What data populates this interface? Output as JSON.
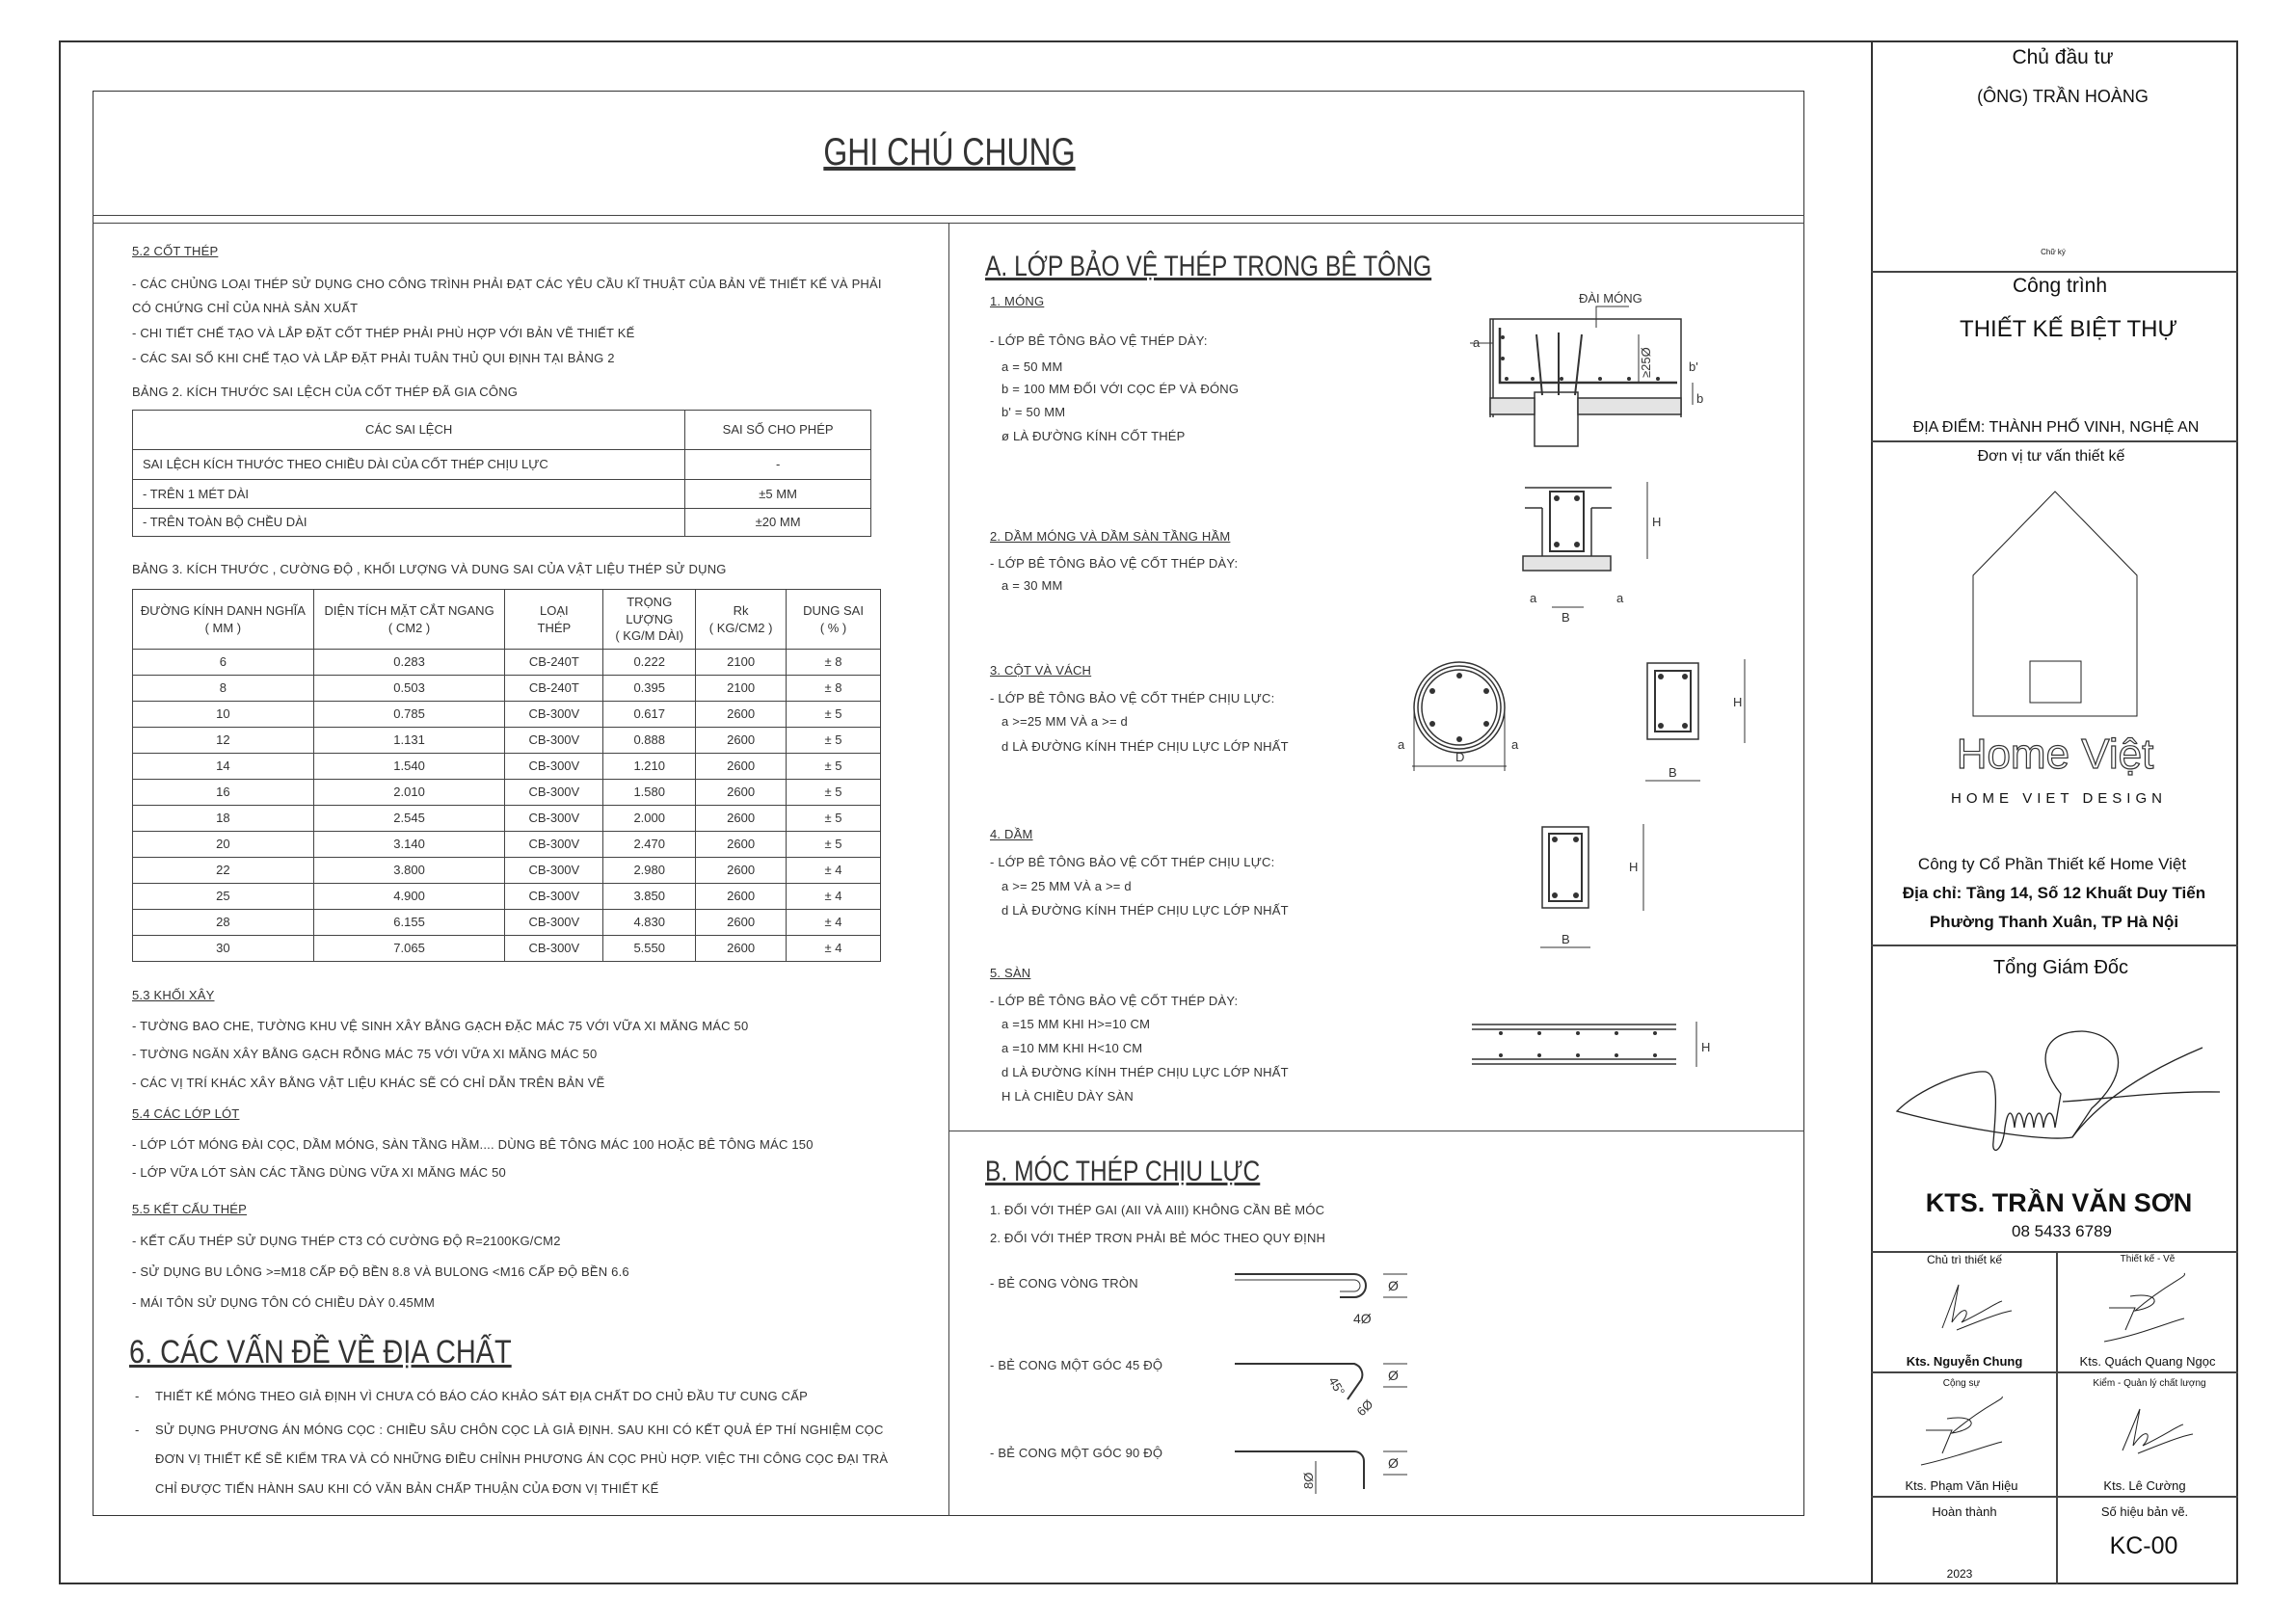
{
  "header": {
    "title": "GHI CHÚ CHUNG"
  },
  "s52": {
    "heading": "5.2 CỐT THÉP",
    "lines": [
      "- CÁC CHỦNG LOẠI THÉP SỬ DỤNG CHO CÔNG TRÌNH PHẢI ĐẠT CÁC YÊU CẦU KĨ THUẬT CỦA BẢN VẼ THIẾT KẾ VÀ PHẢI",
      "CÓ CHỨNG CHỈ CỦA NHÀ SẢN XUẤT",
      "- CHI TIẾT CHẾ TẠO VÀ LẮP ĐẶT CỐT THÉP PHẢI PHÙ HỢP VỚI BẢN VẼ THIẾT KẾ",
      "- CÁC SAI SỐ KHI CHẾ TẠO VÀ LẮP ĐẶT PHẢI TUÂN THỦ QUI ĐỊNH TẠI BẢNG 2"
    ]
  },
  "table2": {
    "caption": "BẢNG 2. KÍCH THƯỚC SAI LỆCH CỦA CỐT THÉP ĐÃ GIA CÔNG",
    "headers": [
      "CÁC SAI LỆCH",
      "SAI SỐ CHO PHÉP"
    ],
    "rows": [
      [
        "SAI LỆCH KÍCH THƯỚC THEO CHIỀU DÀI CỦA CỐT THÉP CHỊU LỰC",
        "-"
      ],
      [
        "- TRÊN 1 MÉT DÀI",
        "±5 MM"
      ],
      [
        "- TRÊN TOÀN BỘ CHỀU DÀI",
        "±20 MM"
      ]
    ]
  },
  "table3": {
    "caption": "BẢNG 3. KÍCH THƯỚC , CƯỜNG ĐỘ , KHỐI LƯỢNG VÀ DUNG SAI CỦA VẬT LIỆU THÉP SỬ DỤNG",
    "headers": [
      [
        "ĐƯỜNG KÍNH DANH NGHĨA",
        "( MM )"
      ],
      [
        "DIỆN TÍCH MẶT CẮT NGANG",
        "( CM2 )"
      ],
      [
        "LOẠI",
        "THÉP"
      ],
      [
        "TRỌNG LƯỢNG",
        "( KG/M DÀI)"
      ],
      [
        "Rk",
        "( KG/CM2 )"
      ],
      [
        "DUNG SAI",
        "( % )"
      ]
    ],
    "rows": [
      [
        "6",
        "0.283",
        "CB-240T",
        "0.222",
        "2100",
        "± 8"
      ],
      [
        "8",
        "0.503",
        "CB-240T",
        "0.395",
        "2100",
        "± 8"
      ],
      [
        "10",
        "0.785",
        "CB-300V",
        "0.617",
        "2600",
        "± 5"
      ],
      [
        "12",
        "1.131",
        "CB-300V",
        "0.888",
        "2600",
        "± 5"
      ],
      [
        "14",
        "1.540",
        "CB-300V",
        "1.210",
        "2600",
        "± 5"
      ],
      [
        "16",
        "2.010",
        "CB-300V",
        "1.580",
        "2600",
        "± 5"
      ],
      [
        "18",
        "2.545",
        "CB-300V",
        "2.000",
        "2600",
        "± 5"
      ],
      [
        "20",
        "3.140",
        "CB-300V",
        "2.470",
        "2600",
        "± 5"
      ],
      [
        "22",
        "3.800",
        "CB-300V",
        "2.980",
        "2600",
        "± 4"
      ],
      [
        "25",
        "4.900",
        "CB-300V",
        "3.850",
        "2600",
        "± 4"
      ],
      [
        "28",
        "6.155",
        "CB-300V",
        "4.830",
        "2600",
        "± 4"
      ],
      [
        "30",
        "7.065",
        "CB-300V",
        "5.550",
        "2600",
        "± 4"
      ]
    ]
  },
  "s53": {
    "heading": "5.3 KHỐI XÂY",
    "lines": [
      "- TƯỜNG BAO CHE, TƯỜNG KHU VỆ SINH XÂY BẰNG GẠCH ĐẶC MÁC 75 VỚI VỮA XI MĂNG MÁC 50",
      "- TƯỜNG NGĂN XÂY BẰNG GẠCH RỖNG MÁC 75 VỚI VỮA XI MĂNG MÁC 50",
      "- CÁC VỊ TRÍ KHÁC XÂY BẰNG VẬT LIỆU KHÁC SẼ CÓ CHỈ DẪN TRÊN BẢN VẼ"
    ]
  },
  "s54": {
    "heading": "5.4 CÁC LỚP LÓT",
    "lines": [
      "- LỚP LÓT MÓNG ĐÀI CỌC, DẦM MÓNG, SÀN TẦNG HẦM.... DÙNG BÊ TÔNG MÁC 100 HOẶC BÊ TÔNG MÁC 150",
      "- LỚP VỮA LÓT SÀN CÁC TẦNG DÙNG VỮA XI MĂNG MÁC 50"
    ]
  },
  "s55": {
    "heading": "5.5 KẾT CẤU THÉP",
    "lines": [
      "- KẾT CẤU THÉP SỬ DỤNG THÉP CT3 CÓ CƯỜNG ĐỘ R=2100KG/CM2",
      "- SỬ DỤNG BU LÔNG >=M18 CẤP ĐỘ BỀN 8.8 VÀ BULONG <M16 CẤP ĐỘ BỀN 6.6",
      "- MÁI TÔN SỬ DỤNG TÔN CÓ CHIỀU DÀY 0.45MM"
    ]
  },
  "s6": {
    "heading": "6. CÁC VẤN ĐỀ VỀ ĐỊA CHẤT",
    "bullet": "-",
    "lines": [
      "THIẾT KẾ MÓNG THEO GIẢ ĐỊNH VÌ CHƯA CÓ BÁO CÁO KHẢO SÁT ĐỊA CHẤT DO CHỦ ĐẦU TƯ CUNG CẤP",
      "SỬ DỤNG PHƯƠNG ÁN MÓNG CỌC : CHIỀU SÂU CHÔN CỌC LÀ GIẢ ĐỊNH. SAU KHI CÓ KẾT QUẢ ÉP THÍ NGHIỆM CỌC",
      "ĐƠN VỊ THIẾT KẾ SẼ KIỂM TRA VÀ CÓ NHỮNG ĐIỀU CHỈNH PHƯƠNG ÁN CỌC PHÙ HỢP. VIỆC THI CÔNG CỌC ĐẠI TRÀ",
      "CHỈ ĐƯỢC TIẾN HÀNH SAU KHI CÓ VĂN BẢN CHẤP THUẬN CỦA ĐƠN VỊ THIẾT KẾ"
    ]
  },
  "secA": {
    "heading": "A. LỚP BẢO VỆ THÉP TRONG BÊ TÔNG",
    "items": [
      {
        "title": "1. MÓNG",
        "lines": [
          "- LỚP BÊ TÔNG BẢO VỆ THÉP DÀY:",
          "a = 50 MM",
          "b = 100 MM ĐỐI VỚI CỌC ÉP VÀ ĐÓNG",
          "b' = 50 MM",
          "ø LÀ ĐƯỜNG KÍNH CỐT THÉP"
        ]
      },
      {
        "title": "2. DẦM MÓNG VÀ DẦM SÀN TẦNG HẦM",
        "lines": [
          "- LỚP BÊ TÔNG BẢO VỆ CỐT THÉP DÀY:",
          "a = 30 MM"
        ]
      },
      {
        "title": "3. CỘT VÀ VÁCH",
        "lines": [
          "- LỚP BÊ TÔNG BẢO VỆ CỐT THÉP CHỊU LỰC:",
          "a >=25 MM VÀ a >= d",
          "d LÀ ĐƯỜNG KÍNH THÉP CHỊU LỰC LỚP NHẤT"
        ]
      },
      {
        "title": "4. DẦM",
        "lines": [
          "- LỚP BÊ TÔNG BẢO VỆ CỐT THÉP CHỊU LỰC:",
          "a >= 25 MM VÀ a >= d",
          "d LÀ ĐƯỜNG KÍNH THÉP CHỊU LỰC LỚP NHẤT"
        ]
      },
      {
        "title": "5. SÀN",
        "lines": [
          "- LỚP BÊ TÔNG BẢO VỆ CỐT THÉP DÀY:",
          "a =15 MM KHI H>=10 CM",
          "a =10 MM KHI H<10 CM",
          "d LÀ ĐƯỜNG KÍNH THÉP CHỊU LỰC LỚP NHẤT",
          "H LÀ CHIỀU DÀY SÀN"
        ]
      }
    ]
  },
  "secB": {
    "heading": "B. MÓC THÉP CHỊU LỰC",
    "lines": [
      "1. ĐỐI VỚI THÉP GAI (AII VÀ AIII) KHÔNG CẦN BẺ MÓC",
      "2. ĐỐI VỚI THÉP TRƠN PHẢI BẺ MÓC THEO QUY ĐỊNH"
    ],
    "bends": [
      "- BẺ CONG VÒNG TRÒN",
      "- BẺ CONG MỘT GÓC 45 ĐỘ",
      "- BẺ CONG MỘT GÓC 90 ĐỘ"
    ]
  },
  "diagram_labels": {
    "dai_mong": "ĐÀI MÓNG",
    "a": "a",
    "b": "b",
    "b_prime": "b'",
    "min_25": "≥25Ø",
    "B": "B",
    "H": "H",
    "D": "D",
    "phi": "Ø",
    "four_phi": "4Ø",
    "angle45": "45°",
    "six_phi": "6Ø",
    "eight_phi": "8Ø"
  },
  "title_block": {
    "owner_label": "Chủ đầu tư",
    "owner_name": "(ÔNG) TRẦN HOÀNG",
    "signature_label": "Chữ ký",
    "project_label": "Công trình",
    "project_name": "THIẾT KẾ BIỆT THỰ",
    "location": "ĐỊA ĐIỂM: THÀNH PHỐ VINH, NGHỆ AN",
    "consultant_label": "Đơn vị tư vấn thiết kế",
    "logo_text": "Home Việt",
    "logo_subtitle": "HOME VIET DESIGN",
    "company": "Công ty Cổ Phần Thiết kế Home Việt",
    "address1": "Địa chỉ: Tầng 14, Số 12 Khuất Duy Tiến",
    "address2": "Phường Thanh Xuân, TP Hà Nội",
    "director_label": "Tổng Giám Đốc",
    "director_name": "KTS. TRẦN VĂN SƠN",
    "director_phone": "08 5433 6789",
    "roles": [
      {
        "label": "Chủ trì thiết kế",
        "name": "Kts. Nguyễn Chung"
      },
      {
        "label": "Thiết kế - Vẽ",
        "name": "Kts. Quách Quang Ngọc"
      },
      {
        "label": "Cộng sự",
        "name": "Kts. Phạm Văn Hiệu"
      },
      {
        "label": "Kiểm - Quản lý chất lượng",
        "name": "Kts. Lê Cường"
      }
    ],
    "completed_label": "Hoàn thành",
    "completed_year": "2023",
    "drawing_no_label": "Số hiệu bản vẽ.",
    "drawing_no": "KC-00"
  }
}
